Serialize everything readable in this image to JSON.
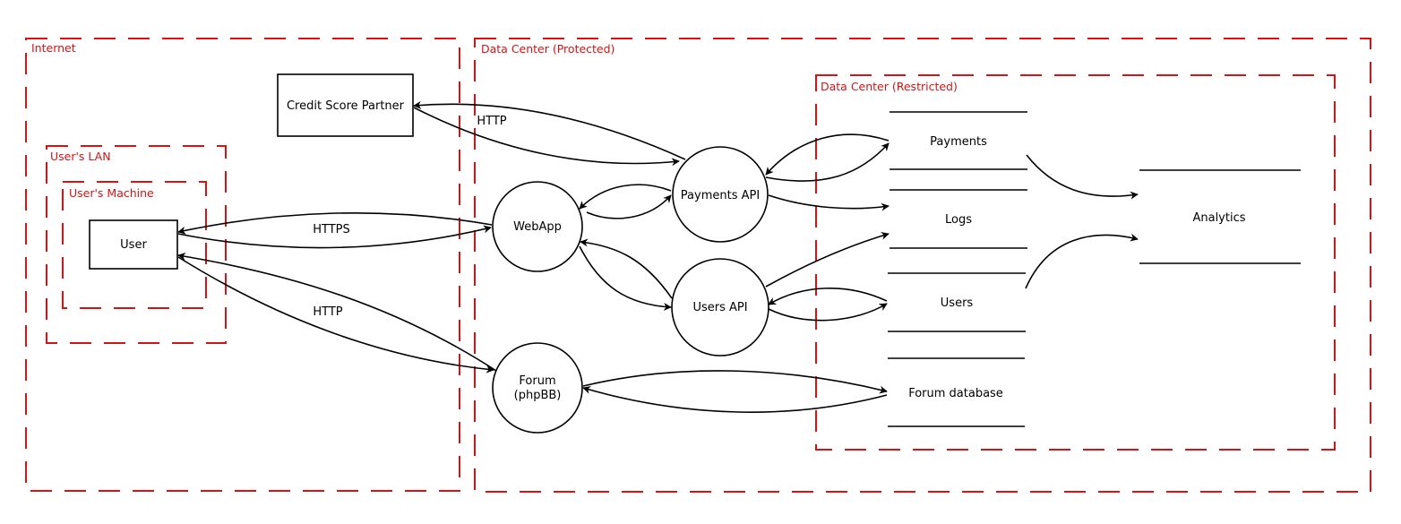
{
  "colors": {
    "boundary": "#d21414",
    "ink": "#000000",
    "background": "#ffffff"
  },
  "boundaries": {
    "internet": "Internet",
    "users_lan": "User's LAN",
    "users_machine": "User's Machine",
    "dc_protected": "Data Center (Protected)",
    "dc_restricted": "Data Center (Restricted)"
  },
  "processes": {
    "webapp": "WebApp",
    "payments_api": "Payments API",
    "users_api": "Users API",
    "forum_line1": "Forum",
    "forum_line2": "(phpBB)"
  },
  "external_entities": {
    "credit_score_partner": "Credit Score Partner",
    "user": "User"
  },
  "data_stores": {
    "payments": "Payments",
    "logs": "Logs",
    "users": "Users",
    "forum_db": "Forum database",
    "analytics": "Analytics"
  },
  "flow_labels": {
    "credit_http": "HTTP",
    "user_https": "HTTPS",
    "user_forum_http": "HTTP"
  }
}
